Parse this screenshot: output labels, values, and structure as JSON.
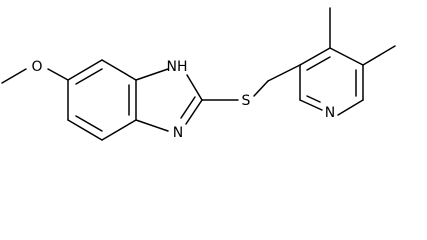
{
  "atoms": {
    "oxygen": "O",
    "nh": "NH",
    "n_imidazole": "N",
    "sulfur": "S",
    "n_pyridine": "N"
  }
}
